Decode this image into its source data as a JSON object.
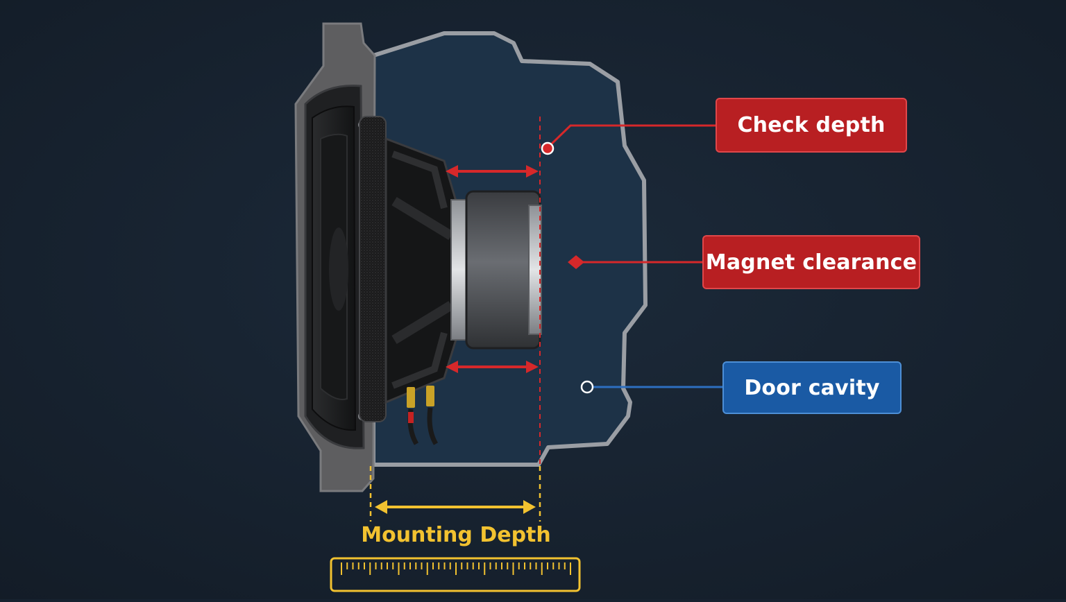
{
  "callouts": {
    "check_depth": "Check depth",
    "magnet_clearance": "Magnet clearance",
    "door_cavity": "Door cavity"
  },
  "measurement": {
    "label": "Mounting Depth"
  },
  "colors": {
    "background": "#172230",
    "cavity_fill": "#1d3247",
    "panel": "#5e5e60",
    "outline": "#9a9ea4",
    "red": "#d6282a",
    "blue": "#2d6fc0",
    "yellow": "#f2c230"
  },
  "icons": {
    "speaker": "car-speaker-icon",
    "ruler": "ruler-icon"
  }
}
